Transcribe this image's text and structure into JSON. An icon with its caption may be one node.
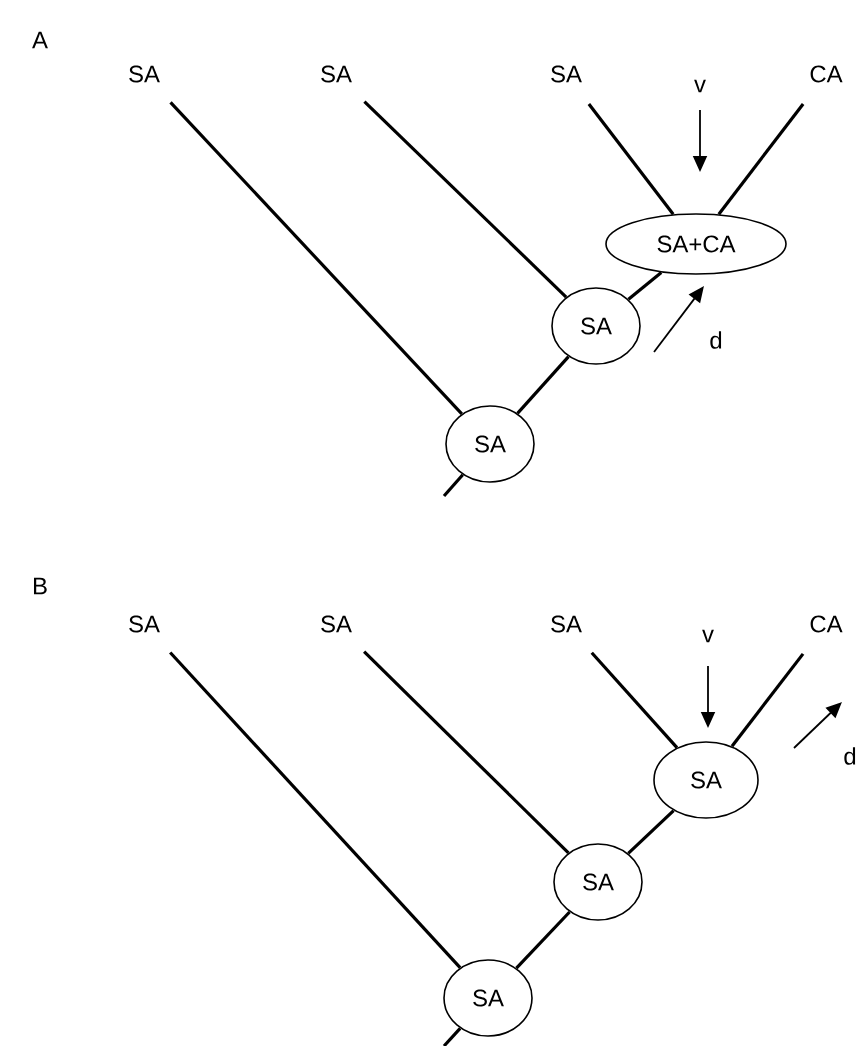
{
  "diagram": {
    "nodes": [
      {
        "text": [
          "SA"
        ]
      },
      {
        "text": [
          "SA"
        ]
      },
      {
        "text": [
          "SA"
        ]
      },
      {
        "text": [
          "CA"
        ]
      },
      {
        "text": [
          "SA+CA"
        ]
      },
      {
        "text": [
          "SA"
        ]
      },
      {
        "text": [
          "SA"
        ]
      },
      {
        "text": [
          "SA"
        ]
      },
      {
        "text": [
          "SA"
        ]
      },
      {
        "text": [
          "SA"
        ]
      },
      {
        "text": [
          "CA"
        ]
      },
      {
        "text": [
          "SA"
        ]
      },
      {
        "text": [
          "SA"
        ]
      },
      {
        "text": [
          "SA"
        ]
      }
    ],
    "edges": [
      {
        "from": 0,
        "to": 6,
        "arrow": "none"
      },
      {
        "from": 1,
        "to": 5,
        "arrow": "none"
      },
      {
        "from": 2,
        "to": 4,
        "arrow": "none"
      },
      {
        "from": 3,
        "to": 4,
        "arrow": "none"
      },
      {
        "from": 4,
        "to": 5,
        "arrow": "none"
      },
      {
        "from": 5,
        "to": 6,
        "arrow": "none"
      },
      {
        "from": 6,
        "to": null,
        "arrow": "none"
      },
      {
        "from": 7,
        "to": 13,
        "arrow": "none"
      },
      {
        "from": 8,
        "to": 12,
        "arrow": "none"
      },
      {
        "from": 9,
        "to": 11,
        "arrow": "none"
      },
      {
        "from": 10,
        "to": 11,
        "arrow": "none"
      },
      {
        "from": 11,
        "to": 12,
        "arrow": "none"
      },
      {
        "from": 12,
        "to": 13,
        "arrow": "none"
      },
      {
        "from": 13,
        "to": null,
        "arrow": "none"
      }
    ],
    "labels": [
      "A",
      "v",
      "d",
      "B",
      "v",
      "d"
    ]
  }
}
